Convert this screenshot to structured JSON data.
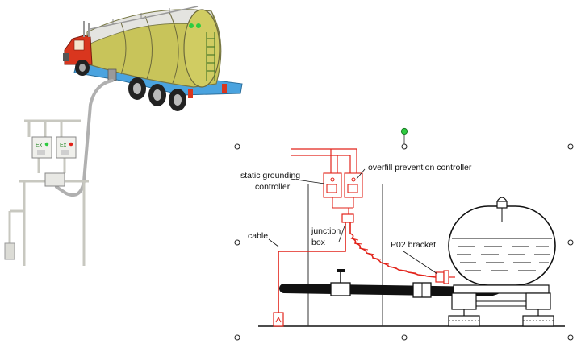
{
  "labels": {
    "static_grounding_line1": "static grounding",
    "static_grounding_line2": "controller",
    "overfill_prevention": "overfill prevention controller",
    "cable": "cable",
    "junction_line1": "junction",
    "junction_line2": "box",
    "p02_bracket": "P02 bracket"
  },
  "controller_display": {
    "left": "Ex",
    "right": "Ex"
  },
  "colors": {
    "wire_red": "#e2231a",
    "tank_fill": "#c8c45a",
    "cab_red": "#d9361e",
    "chassis_blue": "#4aa3df",
    "stand_gray": "#c8c8c0",
    "hose_black": "#111111",
    "handle_green": "#2ecc40"
  },
  "icons": {
    "selection_handle": "square-handle-icon",
    "rotate_handle": "rotate-handle-icon"
  }
}
